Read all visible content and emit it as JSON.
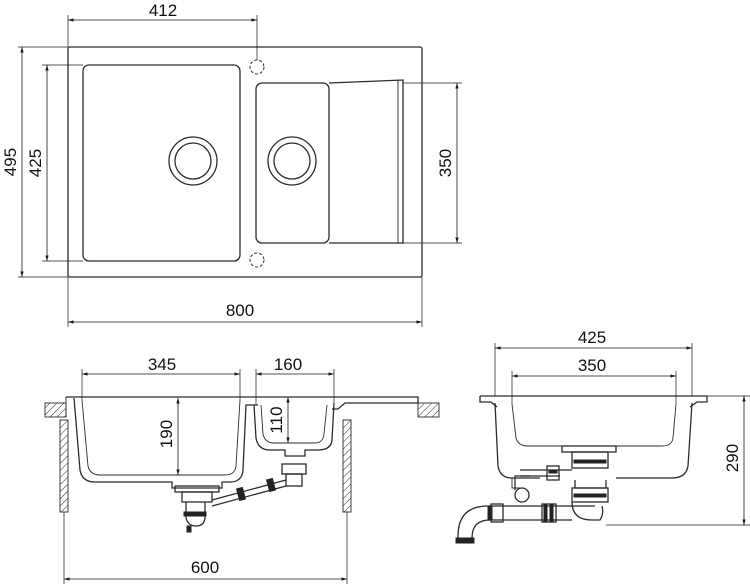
{
  "dimensions": {
    "overall_width": "800",
    "large_bowl_width": "412",
    "overall_depth": "495",
    "large_bowl_depth": "425",
    "small_bowl_depth": "350",
    "large_bowl_inner_width": "345",
    "small_bowl_inner_width": "160",
    "large_bowl_height": "190",
    "small_bowl_height": "110",
    "cabinet_width": "600",
    "side_view_width": "425",
    "side_view_inner_width": "350",
    "side_view_height": "290"
  }
}
